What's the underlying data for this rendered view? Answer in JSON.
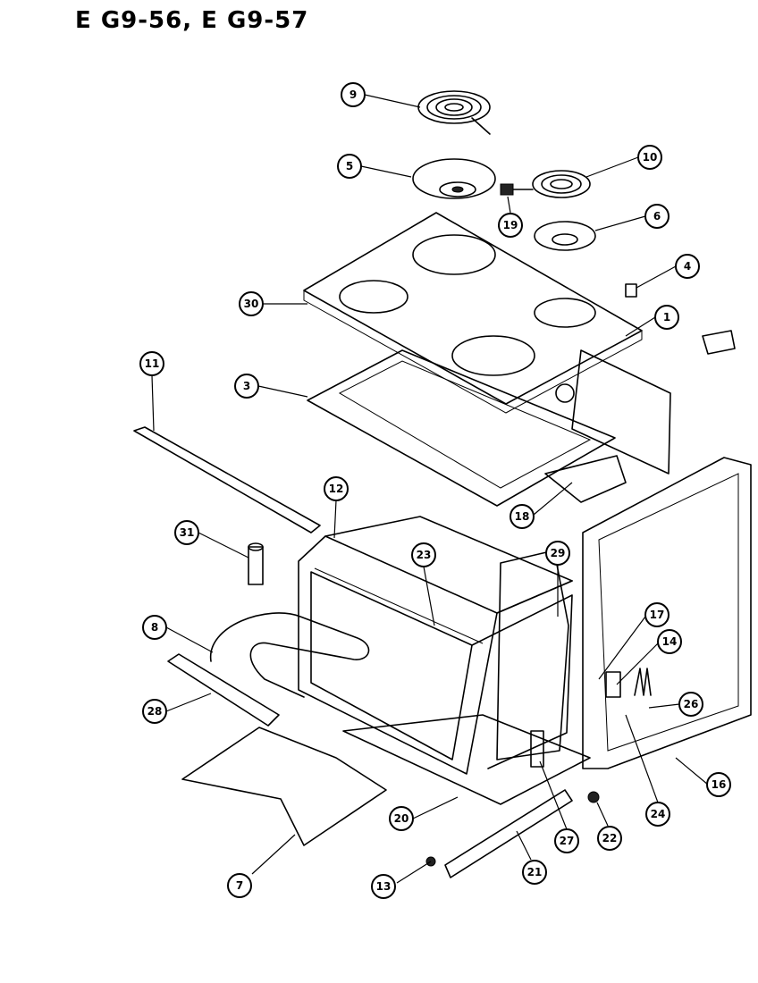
{
  "title": "E G9-56, E G9-57",
  "callouts": [
    "9",
    "5",
    "10",
    "19",
    "6",
    "4",
    "30",
    "1",
    "11",
    "3",
    "18",
    "12",
    "31",
    "23",
    "29",
    "8",
    "17",
    "14",
    "26",
    "28",
    "16",
    "20",
    "24",
    "22",
    "27",
    "21",
    "13",
    "7"
  ]
}
